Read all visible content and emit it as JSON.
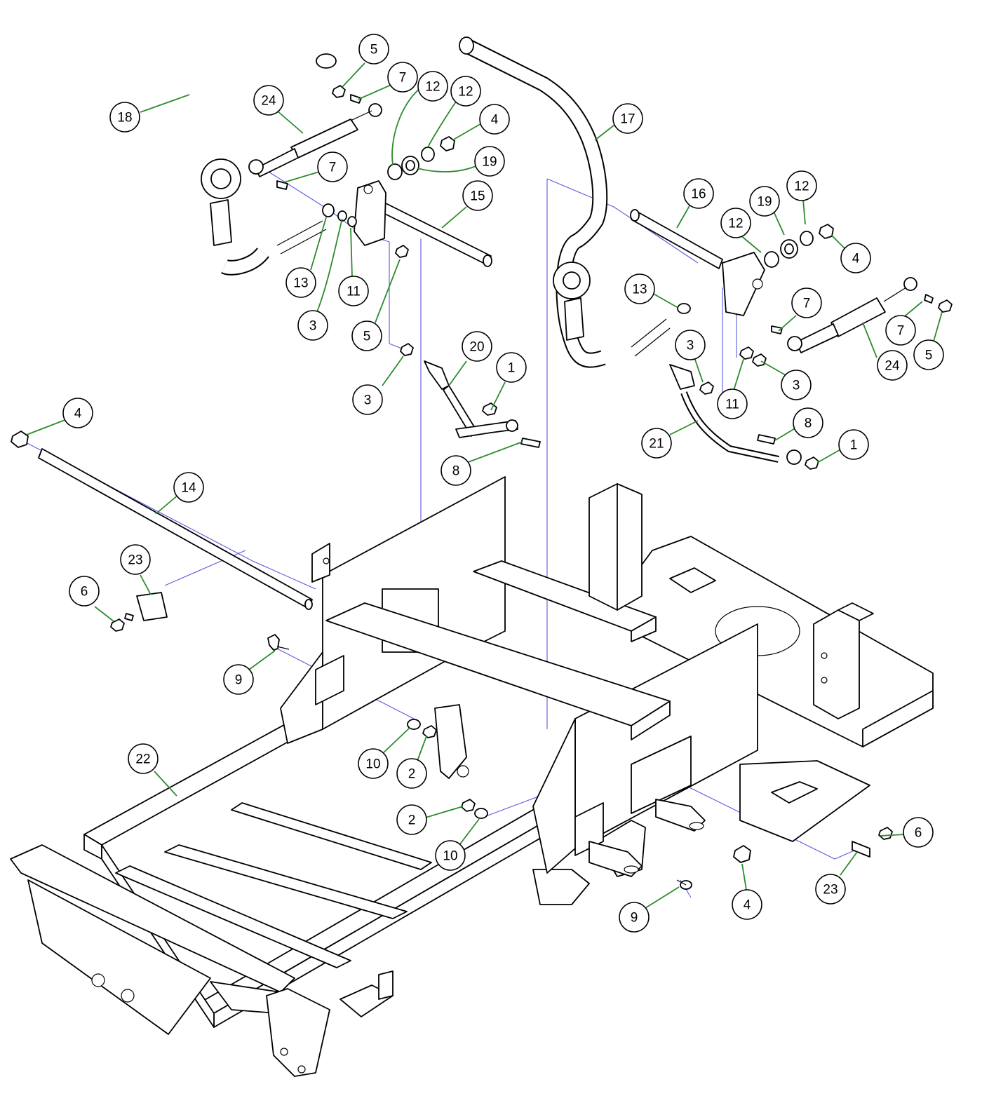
{
  "diagram": {
    "colors": {
      "line": "#000000",
      "leader_arrow": "#2e8b2e",
      "assembly_guide": "#5a5ae0",
      "background": "#ffffff"
    },
    "callouts": [
      {
        "id": "c-5a",
        "label": "5"
      },
      {
        "id": "c-7a",
        "label": "7"
      },
      {
        "id": "c-12a",
        "label": "12"
      },
      {
        "id": "c-12b",
        "label": "12"
      },
      {
        "id": "c-4a",
        "label": "4"
      },
      {
        "id": "c-18",
        "label": "18"
      },
      {
        "id": "c-24a",
        "label": "24"
      },
      {
        "id": "c-7b",
        "label": "7"
      },
      {
        "id": "c-19a",
        "label": "19"
      },
      {
        "id": "c-15",
        "label": "15"
      },
      {
        "id": "c-17",
        "label": "17"
      },
      {
        "id": "c-16",
        "label": "16"
      },
      {
        "id": "c-19b",
        "label": "19"
      },
      {
        "id": "c-12c",
        "label": "12"
      },
      {
        "id": "c-12d",
        "label": "12"
      },
      {
        "id": "c-4b",
        "label": "4"
      },
      {
        "id": "c-13a",
        "label": "13"
      },
      {
        "id": "c-11a",
        "label": "11"
      },
      {
        "id": "c-3a",
        "label": "3"
      },
      {
        "id": "c-5b",
        "label": "5"
      },
      {
        "id": "c-13b",
        "label": "13"
      },
      {
        "id": "c-7c",
        "label": "7"
      },
      {
        "id": "c-7d",
        "label": "7"
      },
      {
        "id": "c-24b",
        "label": "24"
      },
      {
        "id": "c-5c",
        "label": "5"
      },
      {
        "id": "c-3b",
        "label": "3"
      },
      {
        "id": "c-20",
        "label": "20"
      },
      {
        "id": "c-1a",
        "label": "1"
      },
      {
        "id": "c-3c",
        "label": "3"
      },
      {
        "id": "c-11b",
        "label": "11"
      },
      {
        "id": "c-3d",
        "label": "3"
      },
      {
        "id": "c-8a",
        "label": "8"
      },
      {
        "id": "c-21",
        "label": "21"
      },
      {
        "id": "c-8b",
        "label": "8"
      },
      {
        "id": "c-1b",
        "label": "1"
      },
      {
        "id": "c-4c",
        "label": "4"
      },
      {
        "id": "c-14",
        "label": "14"
      },
      {
        "id": "c-23a",
        "label": "23"
      },
      {
        "id": "c-6a",
        "label": "6"
      },
      {
        "id": "c-9a",
        "label": "9"
      },
      {
        "id": "c-10a",
        "label": "10"
      },
      {
        "id": "c-2a",
        "label": "2"
      },
      {
        "id": "c-22",
        "label": "22"
      },
      {
        "id": "c-2b",
        "label": "2"
      },
      {
        "id": "c-10b",
        "label": "10"
      },
      {
        "id": "c-6b",
        "label": "6"
      },
      {
        "id": "c-23b",
        "label": "23"
      },
      {
        "id": "c-4d",
        "label": "4"
      },
      {
        "id": "c-9b",
        "label": "9"
      }
    ]
  }
}
